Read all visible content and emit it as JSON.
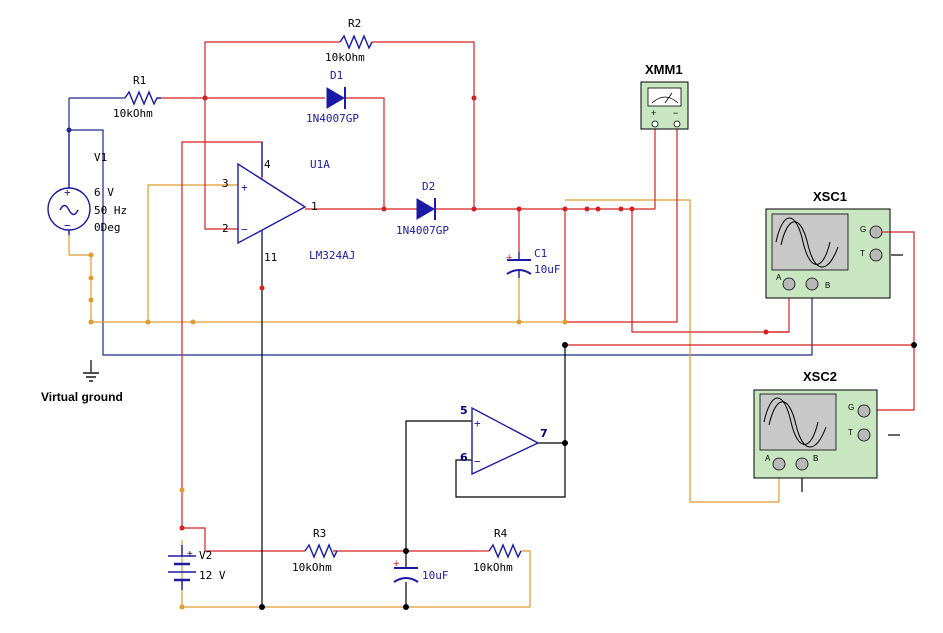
{
  "instruments": {
    "xmm1": "XMM1",
    "xsc1": "XSC1",
    "xsc2": "XSC2",
    "scope_ports": {
      "a": "A",
      "b": "B",
      "g": "G",
      "t": "T"
    }
  },
  "source": {
    "name": "V1",
    "amplitude": "6 V",
    "frequency": "50 Hz",
    "phase": "0Deg"
  },
  "ground_label": "Virtual ground",
  "resistors": [
    {
      "name": "R1",
      "value": "10kOhm"
    },
    {
      "name": "R2",
      "value": "10kOhm"
    },
    {
      "name": "R3",
      "value": "10kOhm"
    },
    {
      "name": "R4",
      "value": "10kOhm"
    }
  ],
  "diodes": [
    {
      "name": "D1",
      "part": "1N4007GP"
    },
    {
      "name": "D2",
      "part": "1N4007GP"
    }
  ],
  "capacitors": [
    {
      "name": "C1",
      "value": "10uF"
    },
    {
      "name": "",
      "value": "10uF"
    }
  ],
  "opamp_u1": {
    "name": "U1A",
    "part": "LM324AJ",
    "pins": {
      "noninv": "3",
      "inv": "2",
      "out": "1",
      "vplus": "4",
      "vminus": "11"
    }
  },
  "opamp_u2": {
    "pins": {
      "noninv": "5",
      "inv": "6",
      "out": "7"
    }
  },
  "battery": {
    "name": "V2",
    "value": "12 V"
  }
}
